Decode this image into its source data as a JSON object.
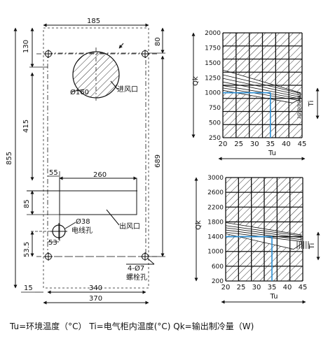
{
  "drawing": {
    "dims": {
      "top_width": "185",
      "left_top": "130",
      "left_mid": "415",
      "left_total": "855",
      "right_top": "80",
      "right_mid": "689",
      "cut_inner_left": "55",
      "cut_width": "260",
      "cut_height": "85",
      "hole_offset": "53",
      "bottom_left": "53.5",
      "left_margin": "15",
      "bottom_inner": "340",
      "bottom_outer": "370"
    },
    "labels": {
      "inlet_diameter": "Ø160",
      "inlet": "进风口",
      "outlet": "出风口",
      "cable_hole_diameter": "Ø38",
      "cable_hole": "电线孔",
      "bolt_spec": "4-Ø7",
      "bolt_hole": "螺栓孔"
    }
  },
  "legend": "Tu=环境温度（°C）  Ti=电气柜内温度(°C)  Qk=输出制冷量（W)",
  "chart_data": [
    {
      "type": "line",
      "title": "",
      "xlabel": "Tu",
      "ylabel": "Qk",
      "side_label": "Ti",
      "x_ticks": [
        "20",
        "25",
        "30",
        "35",
        "40",
        "45"
      ],
      "y_ticks": [
        "2000",
        "1750",
        "1500",
        "1250",
        "1000",
        "750",
        "500",
        "250"
      ],
      "xlim": [
        20,
        45
      ],
      "ylim": [
        250,
        2000
      ],
      "ti_ticks": [
        "45",
        "40",
        "35",
        "30",
        "25",
        "20"
      ],
      "grid": true,
      "highlight": {
        "x": 35,
        "y": 1000,
        "color": "#2a8fd6"
      }
    },
    {
      "type": "line",
      "title": "",
      "xlabel": "Tu",
      "ylabel": "Qk",
      "side_label": "Ti",
      "x_ticks": [
        "20",
        "25",
        "30",
        "35",
        "40",
        "45"
      ],
      "y_ticks": [
        "3000",
        "2600",
        "2200",
        "1800",
        "1400",
        "1000",
        "600",
        "200"
      ],
      "xlim": [
        20,
        45
      ],
      "ylim": [
        200,
        3000
      ],
      "grid": true,
      "highlight": {
        "x": 35,
        "y": 1400,
        "color": "#2a8fd6"
      }
    }
  ]
}
